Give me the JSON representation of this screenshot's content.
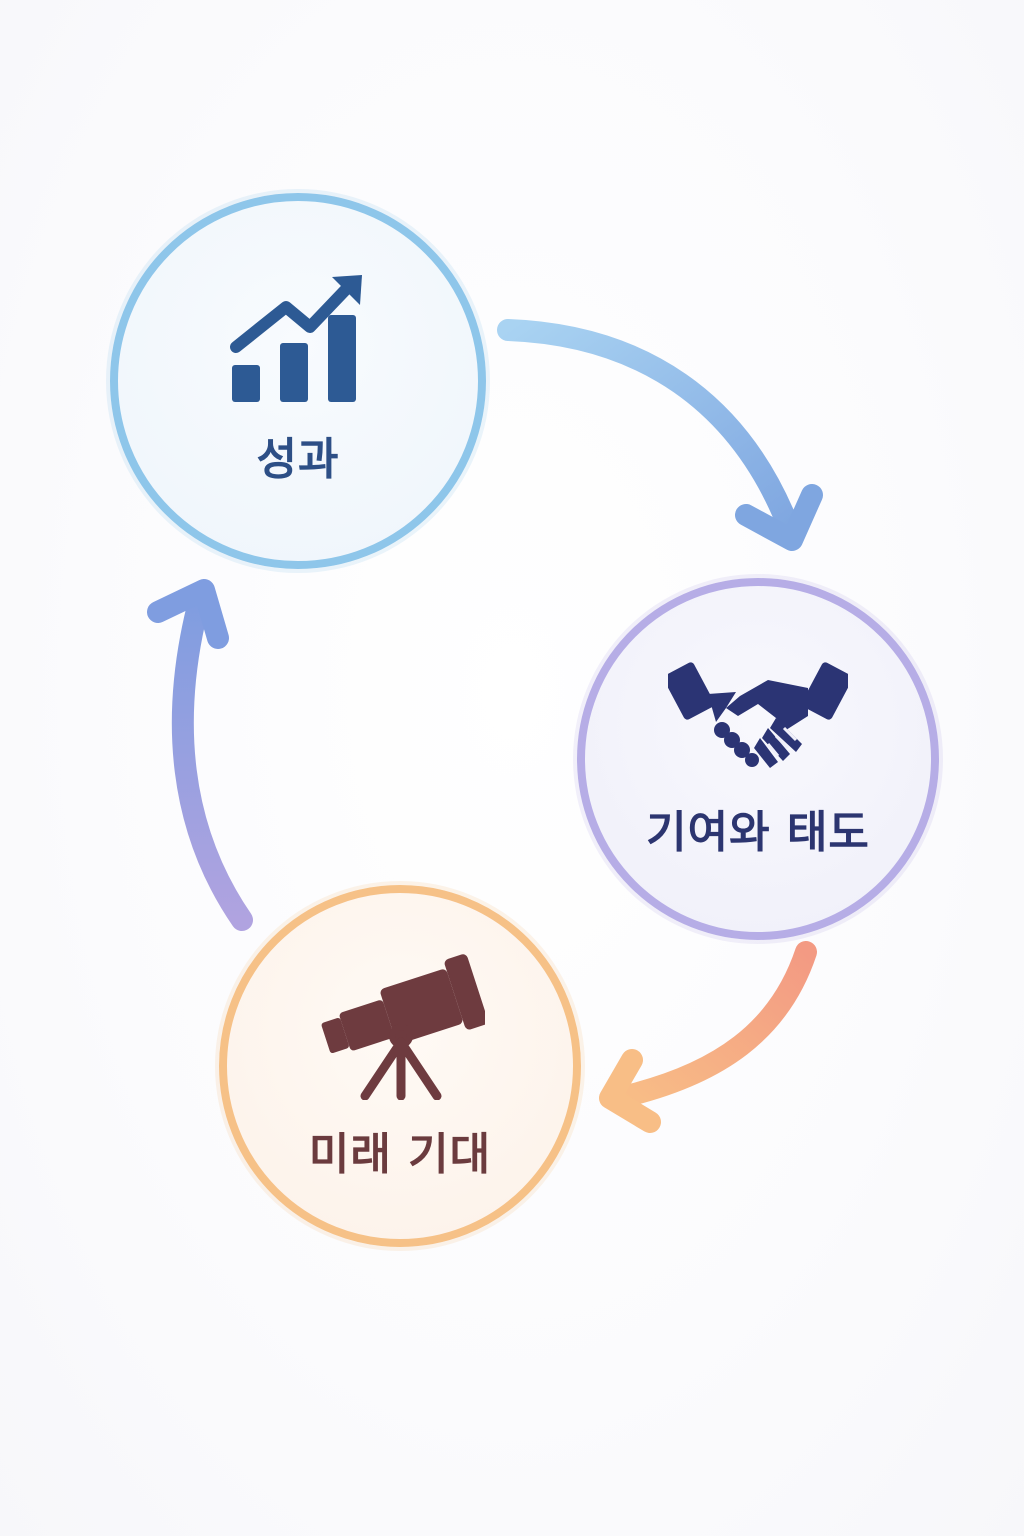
{
  "diagram": {
    "type": "cycle",
    "nodes": [
      {
        "id": "performance",
        "label": "성과",
        "icon": "bar-chart-trend-icon",
        "color": "#8ec6ea"
      },
      {
        "id": "contribution",
        "label": "기여와 태도",
        "icon": "handshake-icon",
        "color": "#b6ade6"
      },
      {
        "id": "future",
        "label": "미래 기대",
        "icon": "telescope-icon",
        "color": "#f6c187"
      }
    ],
    "edges": [
      {
        "from": "performance",
        "to": "contribution",
        "color": "#8fb8e6"
      },
      {
        "from": "contribution",
        "to": "future",
        "color": "#f5a882"
      },
      {
        "from": "future",
        "to": "performance",
        "color": "#a39ad8"
      }
    ]
  }
}
